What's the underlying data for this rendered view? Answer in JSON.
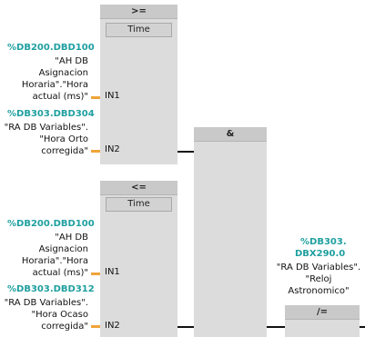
{
  "block_ge": {
    "header": ">=",
    "type": "Time",
    "pins": [
      "IN1",
      "IN2"
    ],
    "in1": {
      "address": "%DB200.DBD100",
      "symbol_lines": [
        "\"AH DB",
        "Asignacion",
        "Horaria\".\"Hora",
        "actual (ms)\""
      ]
    },
    "in2": {
      "address": "%DB303.DBD304",
      "symbol_lines": [
        "\"RA DB Variables\".",
        "\"Hora Orto",
        "corregida\""
      ]
    }
  },
  "block_and": {
    "header": "&"
  },
  "block_le": {
    "header": "<=",
    "type": "Time",
    "pins": [
      "IN1",
      "IN2"
    ],
    "in1": {
      "address": "%DB200.DBD100",
      "symbol_lines": [
        "\"AH DB",
        "Asignacion",
        "Horaria\".\"Hora",
        "actual (ms)\""
      ]
    },
    "in2": {
      "address": "%DB303.DBD312",
      "symbol_lines": [
        "\"RA DB Variables\".",
        "\"Hora Ocaso",
        "corregida\""
      ]
    }
  },
  "block_not": {
    "header": "/=",
    "address_lines": [
      "%DB303.",
      "DBX290.0"
    ],
    "symbol_lines": [
      "\"RA DB Variables\".",
      "\"Reloj",
      "Astronomico\""
    ]
  },
  "colors": {
    "block": "#dcdcdc",
    "header": "#c9c9c9",
    "address": "#1f9f9f",
    "pin": "#f0a43a",
    "wire": "#111111"
  }
}
